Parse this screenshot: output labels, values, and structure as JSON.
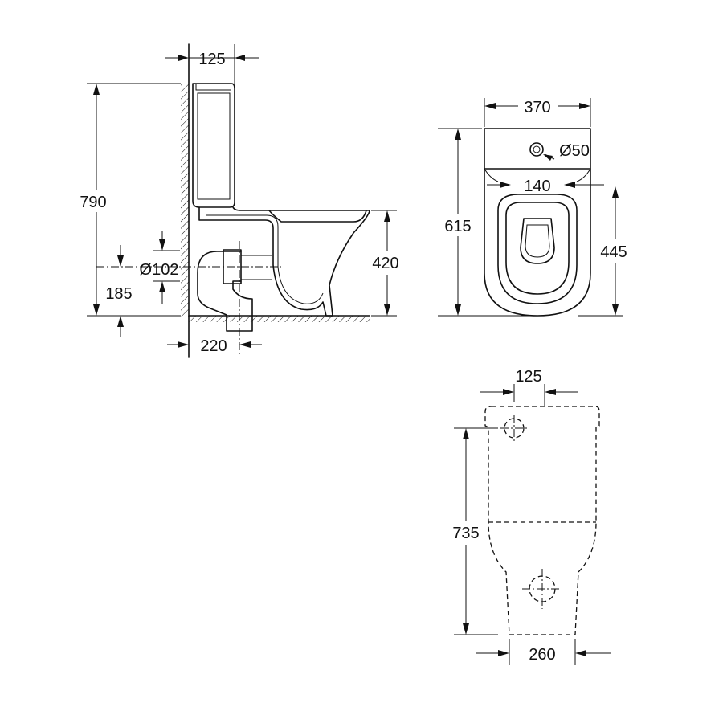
{
  "side_view": {
    "tank_depth": "125",
    "total_height": "790",
    "outlet_diameter": "Ø102",
    "outlet_height": "185",
    "seat_height": "420",
    "outlet_offset": "220"
  },
  "top_view": {
    "width": "370",
    "inlet_diameter": "Ø50",
    "inlet_spacing": "140",
    "total_length": "615",
    "bowl_length": "445"
  },
  "bottom_view": {
    "inlet_offset": "125",
    "hole_spacing": "735",
    "base_width": "260"
  }
}
